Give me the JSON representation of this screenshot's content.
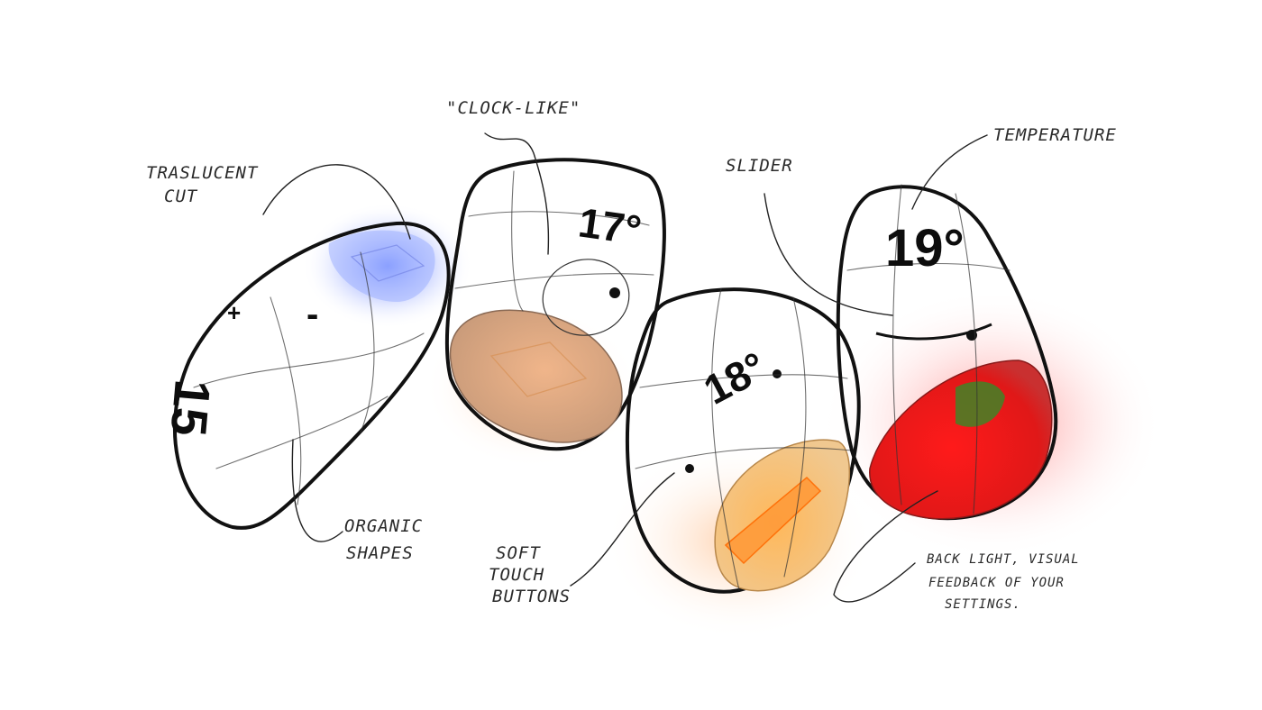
{
  "labels": {
    "translucent_line1": "TRASLUCENT",
    "translucent_line2": "CUT",
    "clock_like": "\"CLOCK-LIKE\"",
    "slider": "SLIDER",
    "temperature": "TEMPERATURE",
    "organic_line1": "ORGANIC",
    "organic_line2": "SHAPES",
    "soft_line1": "SOFT",
    "soft_line2": "TOUCH",
    "soft_line3": "BUTTONS",
    "back_line1": "BACK LIGHT, VISUAL",
    "back_line2": "FEEDBACK OF YOUR",
    "back_line3": "SETTINGS."
  },
  "devices": {
    "d1_temp": "15",
    "d1_minus": "-",
    "d2_temp": "17°",
    "d3_temp": "18°",
    "d4_temp": "19°"
  },
  "colors": {
    "glow_blue": "#5b78ff",
    "glow_orange": "#ff9a4a",
    "glow_red": "#ff2020",
    "accent_green": "#1d9a2a"
  }
}
